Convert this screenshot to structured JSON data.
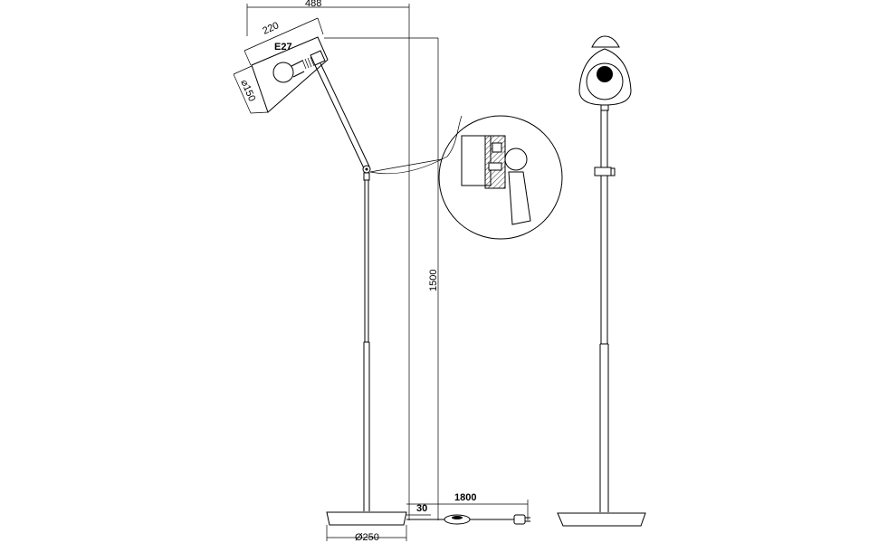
{
  "dimensions": {
    "width_488": "488",
    "shade_220": "220",
    "socket_e27": "E27",
    "shade_dia_150": "⌀150",
    "height_1500": "1500",
    "cord_1800": "1800",
    "offset_30": "30",
    "base_250": "Ø250"
  }
}
